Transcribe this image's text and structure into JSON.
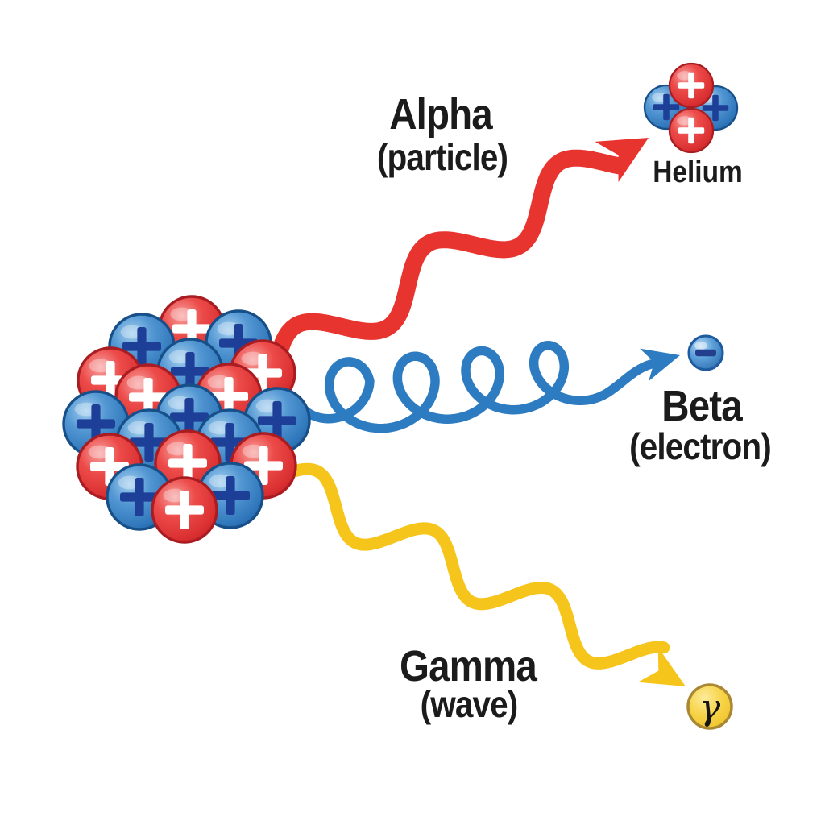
{
  "rays": [
    {
      "id": "alpha",
      "title": "Alpha",
      "subtitle": "(particle)",
      "color": "#e8342e",
      "product_label": "Helium"
    },
    {
      "id": "beta",
      "title": "Beta",
      "subtitle": "(electron)",
      "color": "#2d7cc1",
      "particle_symbol": "−"
    },
    {
      "id": "gamma",
      "title": "Gamma",
      "subtitle": "(wave)",
      "color": "#f6c51c",
      "particle_symbol": "γ"
    }
  ],
  "nucleus": {
    "proton": {
      "color": "#e0393e",
      "symbol": "+",
      "symbol_color": "#ffffff",
      "rim_color": "#a91d22"
    },
    "neutron": {
      "color": "#3a7fc1",
      "symbol": "+",
      "symbol_color": "#1e3f97",
      "rim_color": "#174f88"
    },
    "particles": [
      [
        238,
        408,
        "p"
      ],
      [
        296,
        426,
        "n"
      ],
      [
        176,
        430,
        "n"
      ],
      [
        137,
        472,
        "p"
      ],
      [
        119,
        526,
        "n"
      ],
      [
        136,
        579,
        "p"
      ],
      [
        173,
        617,
        "n"
      ],
      [
        229,
        633,
        "p"
      ],
      [
        286,
        615,
        "n"
      ],
      [
        327,
        578,
        "p"
      ],
      [
        344,
        522,
        "n"
      ],
      [
        326,
        463,
        "p"
      ],
      [
        236,
        461,
        "n"
      ],
      [
        184,
        493,
        "p"
      ],
      [
        185,
        549,
        "n"
      ],
      [
        233,
        575,
        "p"
      ],
      [
        285,
        549,
        "n"
      ],
      [
        284,
        492,
        "p"
      ],
      [
        235,
        518,
        "n"
      ]
    ]
  },
  "helium": {
    "label": "Helium",
    "particles": [
      [
        827,
        133,
        "n"
      ],
      [
        888,
        134,
        "n"
      ],
      [
        858,
        106,
        "p"
      ],
      [
        858,
        162,
        "p"
      ]
    ]
  },
  "electron": {
    "symbol": "−",
    "color": "#4a94d4",
    "symbol_color": "#223e8c"
  },
  "gamma_photon": {
    "symbol": "γ",
    "color": "#f2cb3a",
    "border_color": "#a98834",
    "symbol_color": "#161616"
  }
}
